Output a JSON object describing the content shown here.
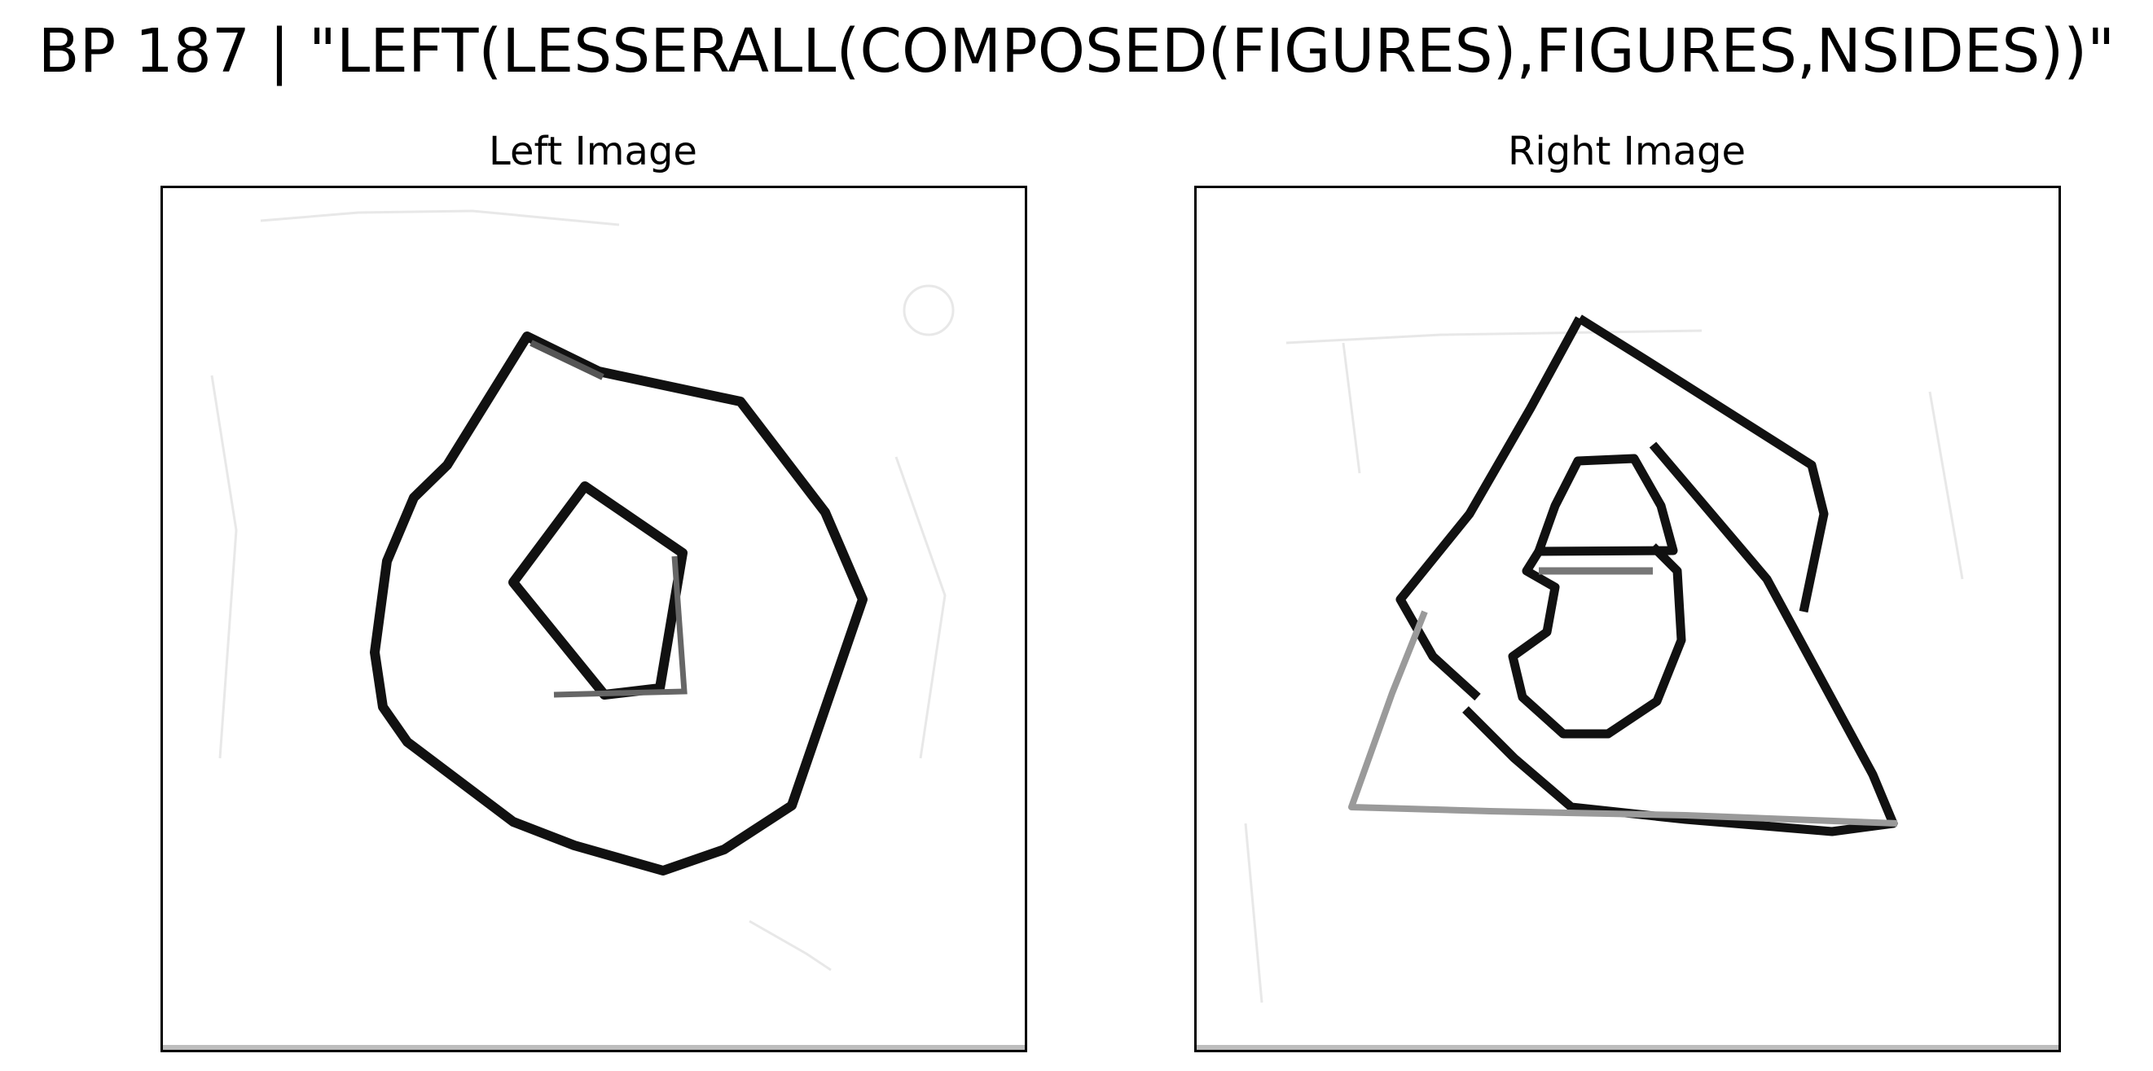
{
  "figure": {
    "title": "BP 187 | \"LEFT(LESSERALL(COMPOSED(FIGURES),FIGURES,NSIDES))\""
  },
  "panels": [
    {
      "title": "Left Image"
    },
    {
      "title": "Right Image"
    }
  ],
  "colors": {
    "stroke": "#111111",
    "faint_stroke": "#9a9a9a",
    "background": "#ffffff",
    "frame": "#000000"
  }
}
